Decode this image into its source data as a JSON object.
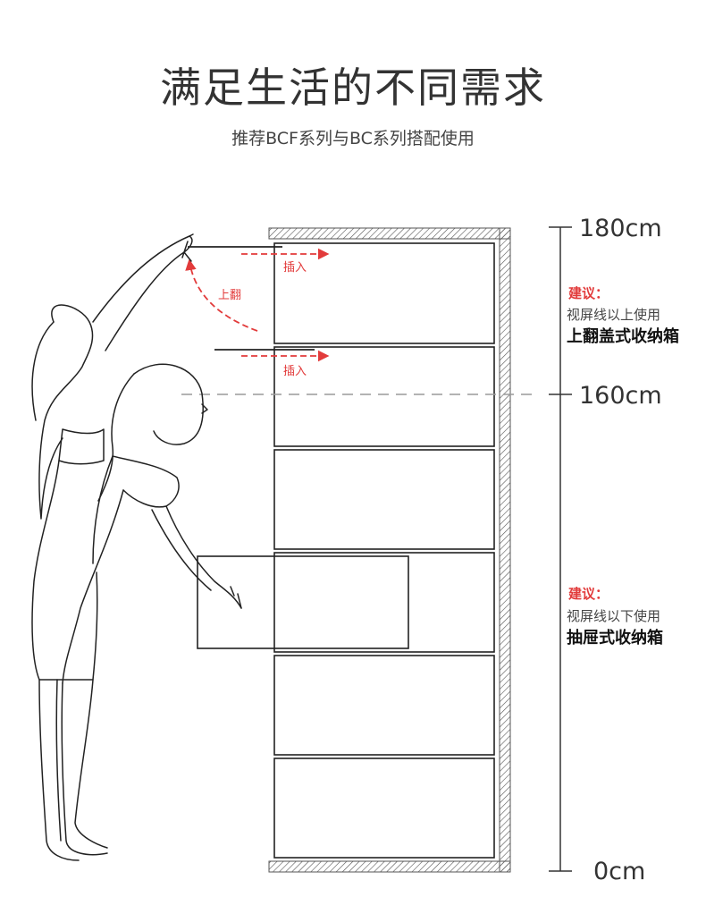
{
  "header": {
    "title": "满足生活的不同需求",
    "subtitle": "推荐BCF系列与BC系列搭配使用"
  },
  "annotations": {
    "insert_label": "插入",
    "flip_up_label": "上翻"
  },
  "scale": {
    "top_label": "180cm",
    "middle_label": "160cm",
    "bottom_label": "0cm"
  },
  "suggestions": [
    {
      "title": "建议：",
      "line": "视屏线以上使用",
      "product": "上翻盖式收纳箱"
    },
    {
      "title": "建议：",
      "line": "视屏线以下使用",
      "product": "抽屉式收纳箱"
    }
  ],
  "colors": {
    "accent_red": "#e23b3b",
    "line_gray": "#333333",
    "dashed_gray": "#9a9a9a"
  }
}
